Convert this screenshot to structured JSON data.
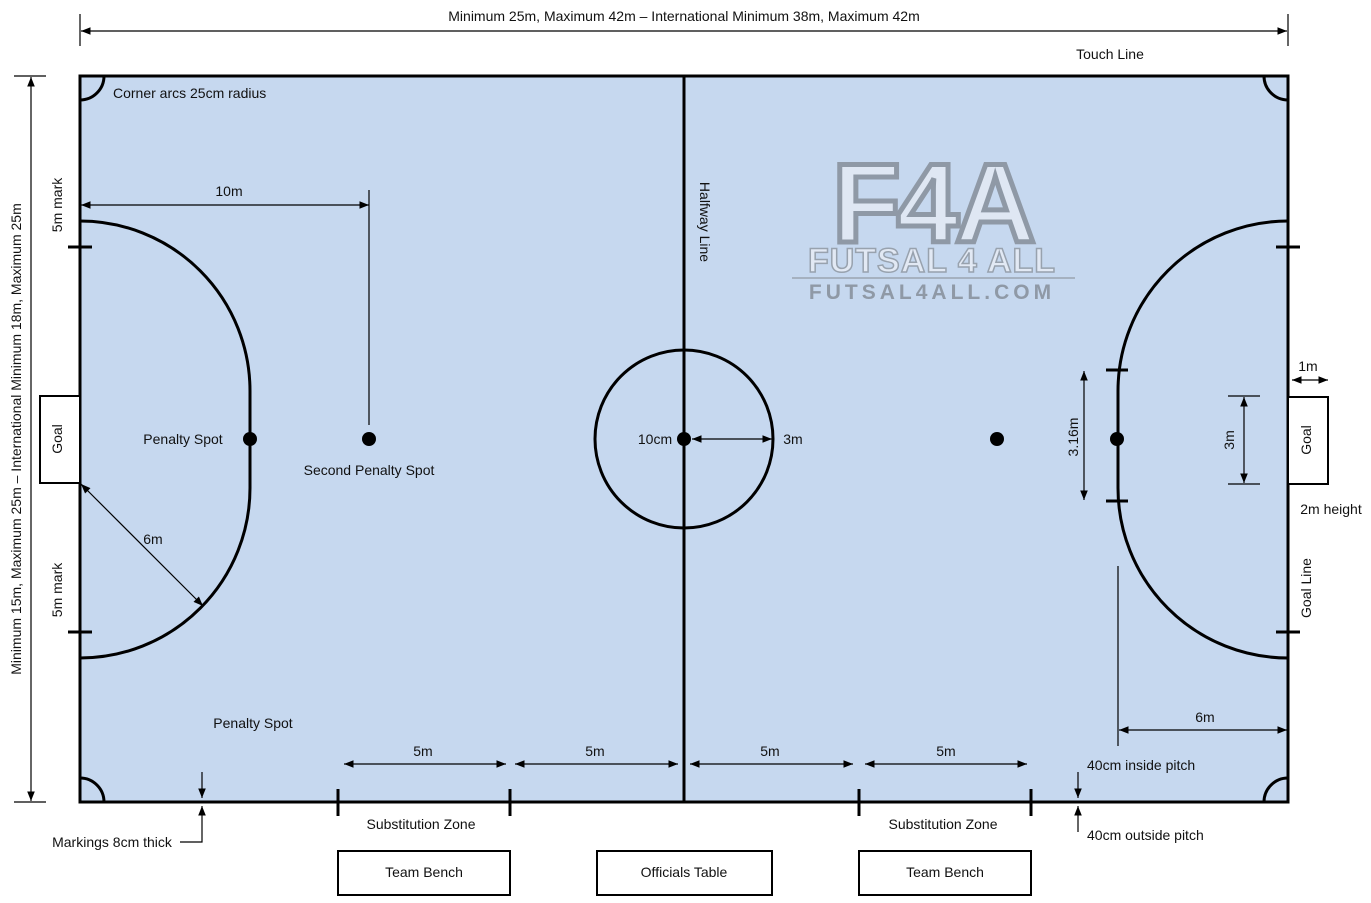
{
  "pitch_color": "#c6d8ef",
  "labels": {
    "length": "Minimum 25m, Maximum 42m – International Minimum 38m, Maximum 42m",
    "width": "Minimum 15m, Maximum 25m – International Minimum 18m, Maximum 25m",
    "touch_line": "Touch Line",
    "corner_arcs": "Corner arcs 25cm radius",
    "halfway_line": "Halfway Line",
    "five_m_mark": "5m mark",
    "ten_m": "10m",
    "goal": "Goal",
    "penalty_spot": "Penalty Spot",
    "second_penalty_spot": "Second Penalty Spot",
    "six_m": "6m",
    "ten_cm": "10cm",
    "three_m": "3m",
    "three_sixteen_m": "3.16m",
    "one_m": "1m",
    "two_m_height": "2m height",
    "goal_line": "Goal Line",
    "five_m": "5m",
    "forty_inside": "40cm inside pitch",
    "forty_outside": "40cm outside pitch",
    "markings": "Markings 8cm thick",
    "substitution_zone": "Substitution Zone",
    "team_bench": "Team Bench",
    "officials_table": "Officials Table"
  },
  "logo": {
    "big": "F4A",
    "mid": "FUTSAL 4 ALL",
    "small": "FUTSAL4ALL.COM"
  }
}
